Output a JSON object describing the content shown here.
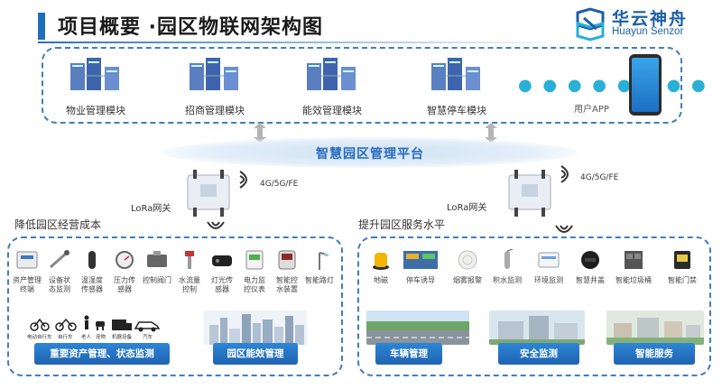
{
  "header": {
    "title": "项目概要 ·园区物联网架构图"
  },
  "logo": {
    "name_cn": "华云神舟",
    "name_en": "Huayun Senzor"
  },
  "top_modules": [
    {
      "label": "物业管理模块"
    },
    {
      "label": "招商管理模块"
    },
    {
      "label": "能效管理模块"
    },
    {
      "label": "智慧停车模块"
    }
  ],
  "user_app": {
    "label": "用户APP"
  },
  "platform": {
    "label": "智慧园区管理平台"
  },
  "left_gateway": {
    "net": "4G/5G/FE",
    "lora": "LoRa网关",
    "section": "降低园区经营成本"
  },
  "right_gateway": {
    "net": "4G/5G/FE",
    "lora": "LoRa网关",
    "section": "提升园区服务水平"
  },
  "left_devices": [
    {
      "label": "资产管理\n终端"
    },
    {
      "label": "设备状\n态监测"
    },
    {
      "label": "温湿度\n传感器"
    },
    {
      "label": "压力传\n感器"
    },
    {
      "label": "控制阀门"
    },
    {
      "label": "水流量\n控制"
    },
    {
      "label": "灯光传\n感器"
    },
    {
      "label": "电力监\n控仪表"
    },
    {
      "label": "智能控\n水装置"
    },
    {
      "label": "智能路灯"
    }
  ],
  "right_devices": [
    {
      "label": "地磁"
    },
    {
      "label": "停车诱导"
    },
    {
      "label": "烟雾报警"
    },
    {
      "label": "积水监测"
    },
    {
      "label": "环境监测"
    },
    {
      "label": "智慧井盖"
    },
    {
      "label": "智能垃圾桶"
    },
    {
      "label": "智能门禁"
    }
  ],
  "asset_icons": [
    {
      "label": "电动自行车"
    },
    {
      "label": "自行车"
    },
    {
      "label": "老人"
    },
    {
      "label": "宠物"
    },
    {
      "label": "机器设备"
    },
    {
      "label": "汽车"
    }
  ],
  "left_panels": [
    {
      "label": "重要资产管理、状态监测"
    },
    {
      "label": "园区能效管理"
    }
  ],
  "right_panels": [
    {
      "label": "车辆管理"
    },
    {
      "label": "安全监测"
    },
    {
      "label": "智能服务"
    }
  ],
  "colors": {
    "accent": "#1f6fb8",
    "banner": "#2274c4",
    "dashed": "#3f7ebf",
    "dots": "#2ab0d6"
  }
}
